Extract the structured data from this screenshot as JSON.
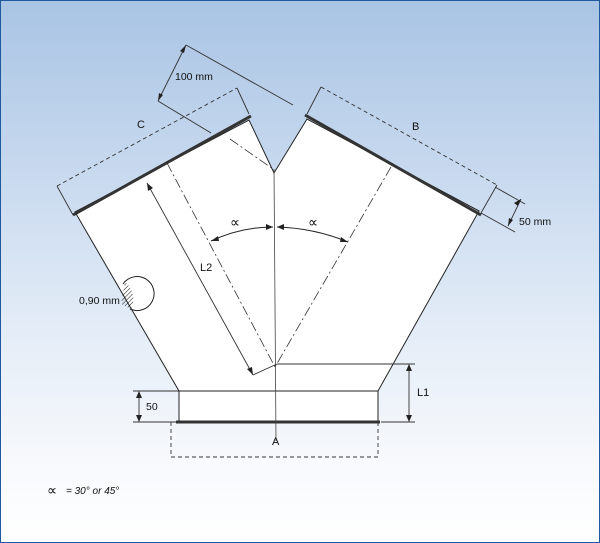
{
  "diagram": {
    "labels": {
      "c": "C",
      "b": "B",
      "a": "A",
      "l1": "L1",
      "l2": "L2",
      "dim_100": "100 mm",
      "dim_50_side": "50 mm",
      "dim_50_base": "50",
      "thickness": "0,90 mm",
      "alpha_left": "∝",
      "alpha_right": "∝"
    },
    "note": {
      "symbol": "∝",
      "text": "= 30° or 45°"
    },
    "colors": {
      "frame_border": "#1f5aa0",
      "background_top": "#a9c4e4",
      "part_fill": "#ffffff",
      "line": "#222222"
    }
  }
}
